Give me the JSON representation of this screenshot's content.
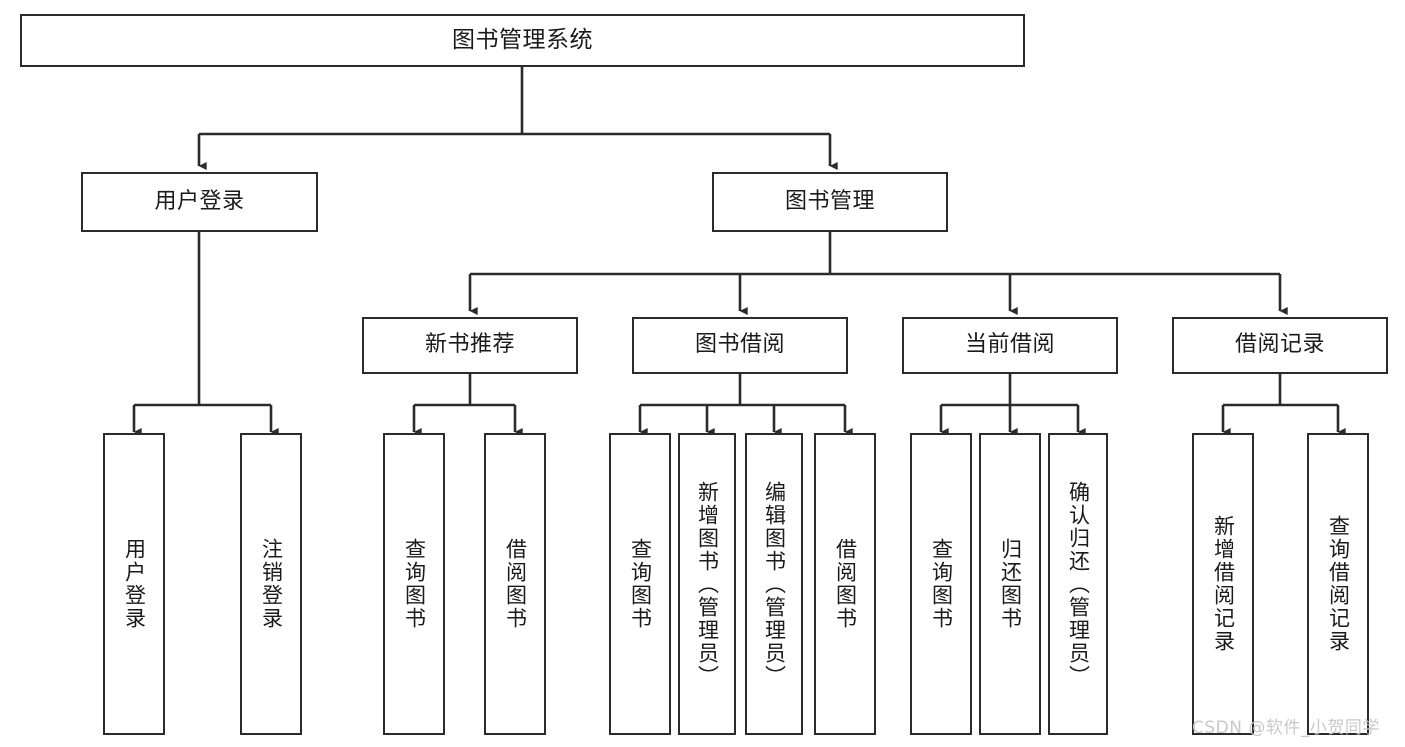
{
  "diagram": {
    "type": "tree-hierarchy",
    "title": "图书管理系统",
    "root": {
      "id": "root",
      "label": "图书管理系统"
    },
    "level2": [
      {
        "id": "user-login",
        "label": "用户登录"
      },
      {
        "id": "book-manage",
        "label": "图书管理"
      }
    ],
    "level3": [
      {
        "id": "new-book-rec",
        "label": "新书推荐",
        "parent": "book-manage"
      },
      {
        "id": "book-borrow",
        "label": "图书借阅",
        "parent": "book-manage"
      },
      {
        "id": "current-borrow",
        "label": "当前借阅",
        "parent": "book-manage"
      },
      {
        "id": "borrow-record",
        "label": "借阅记录",
        "parent": "book-manage"
      }
    ],
    "leaves": [
      {
        "id": "leaf-user-login",
        "label": "用户登录",
        "parent": "user-login"
      },
      {
        "id": "leaf-logout-login",
        "label": "注销登录",
        "parent": "user-login"
      },
      {
        "id": "leaf-query-book-1",
        "label": "查询图书",
        "parent": "new-book-rec"
      },
      {
        "id": "leaf-borrow-book-1",
        "label": "借阅图书",
        "parent": "new-book-rec"
      },
      {
        "id": "leaf-query-book-2",
        "label": "查询图书",
        "parent": "book-borrow"
      },
      {
        "id": "leaf-add-book",
        "label": "新增图书（管理员）",
        "parent": "book-borrow"
      },
      {
        "id": "leaf-edit-book",
        "label": "编辑图书（管理员）",
        "parent": "book-borrow"
      },
      {
        "id": "leaf-borrow-book-2",
        "label": "借阅图书",
        "parent": "book-borrow"
      },
      {
        "id": "leaf-query-book-3",
        "label": "查询图书",
        "parent": "current-borrow"
      },
      {
        "id": "leaf-return-book",
        "label": "归还图书",
        "parent": "current-borrow"
      },
      {
        "id": "leaf-confirm-return",
        "label": "确认归还（管理员）",
        "parent": "current-borrow"
      },
      {
        "id": "leaf-add-record",
        "label": "新增借阅记录",
        "parent": "borrow-record"
      },
      {
        "id": "leaf-query-record",
        "label": "查询借阅记录",
        "parent": "borrow-record"
      }
    ],
    "colors": {
      "stroke": "#2b2b2b",
      "fill": "#ffffff",
      "text": "#1a1a1a",
      "watermark": "#c9c9c9"
    }
  },
  "watermark": {
    "text": "CSDN @软件_小贺同学"
  }
}
